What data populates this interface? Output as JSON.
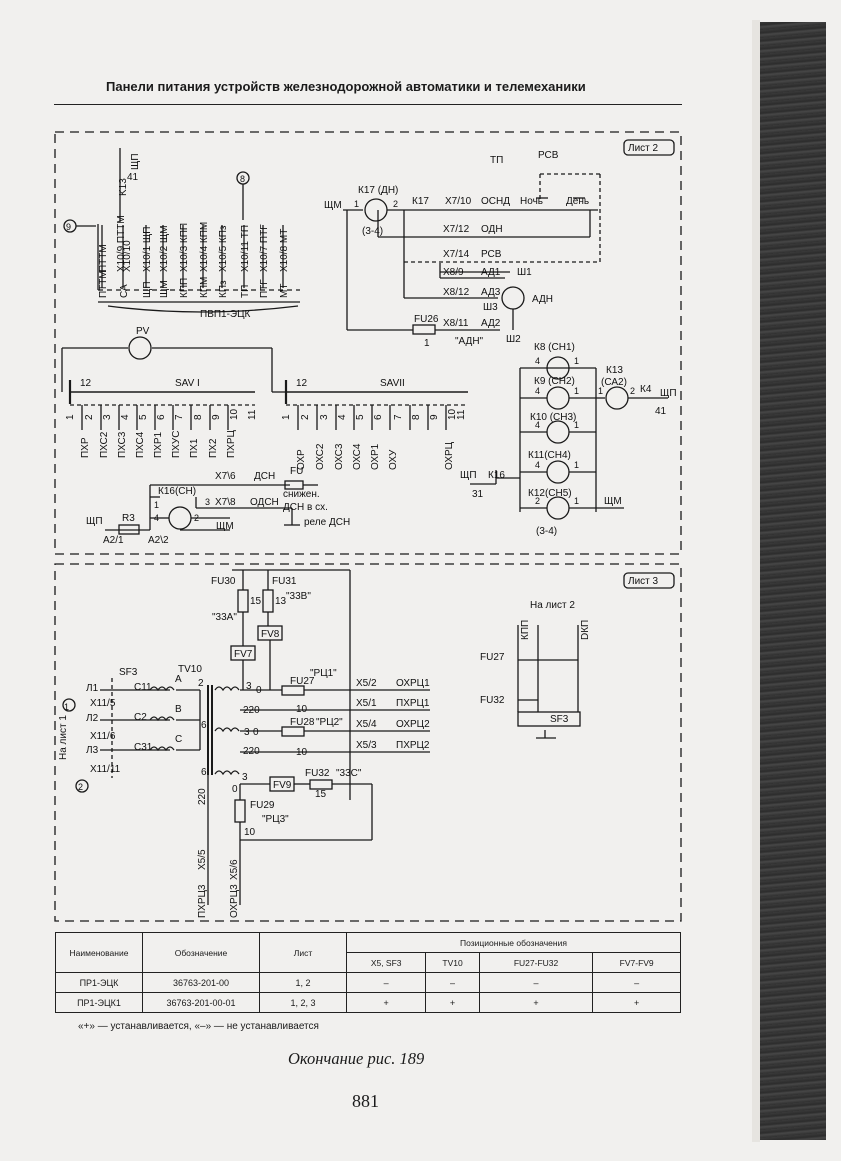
{
  "header": {
    "title": "Панели питания устройств железнодорожной автоматики и телемеханики"
  },
  "sheet2": {
    "tag": "Лист 2",
    "pvp": {
      "panel": "ПВП1-ЭЦК",
      "top_wire": "ЩП",
      "top_num": "41",
      "top_relay": "K13",
      "marker9": "9",
      "marker8": "8",
      "col_top": [
        "ПТТМ",
        "Х10/9 ПТТМ",
        "Х10/10",
        "Х10/1 ЩП",
        "Х10/2 ЩМ",
        "Х10/3 КПП",
        "Х10/4 КПМ",
        "Х10/5 КПз",
        "Х10/11 ТП",
        "Х10/7 ПТГ",
        "Х10/8 МТ"
      ],
      "col_bottom": [
        "ПТТМ",
        "СА",
        "ЩП",
        "ЩМ",
        "КПП",
        "КПМ",
        "КПз",
        "ТП",
        "ПТГ",
        "МТ"
      ]
    },
    "pv": "PV",
    "sav1": {
      "name": "SAV I",
      "num": "12",
      "pins": [
        "1",
        "2",
        "3",
        "4",
        "5",
        "6",
        "7",
        "8",
        "9",
        "10",
        "11"
      ],
      "labels": [
        "ПХР",
        "ПХС2",
        "ПХС3",
        "ПХС4",
        "ПХР1",
        "ПХУС",
        "ПХ1",
        "ПХ2",
        "ПХРЦ"
      ]
    },
    "sav2": {
      "name": "SAVII",
      "num": "12",
      "pins": [
        "1",
        "2",
        "3",
        "4",
        "5",
        "6",
        "7",
        "8",
        "9",
        "10",
        "11"
      ],
      "labels": [
        "ОХР",
        "ОХС2",
        "ОХС3",
        "ОХС4",
        "ОХР1",
        "ОХУ",
        "ОХРЦ"
      ]
    },
    "k16": {
      "title": "К16(СН)",
      "pins": [
        "1",
        "4",
        "3",
        "2"
      ],
      "x7_6": "Х7\\6",
      "dsn": "ДСН",
      "fu": "FU",
      "fu_note1": "снижен.",
      "fu_note2": "ДСН в сх.",
      "x7_8": "Х7\\8",
      "odsn": "ОДСН",
      "relay": "реле ДСН",
      "shp": "ЩП",
      "r3": "R3",
      "a21": "А2/1",
      "a22": "А2\\2",
      "shm": "ЩМ"
    },
    "k17": {
      "title": "К17 (ДН)",
      "sub": "(3-4)",
      "pin1": "1",
      "pin2": "2",
      "shm": "ЩМ",
      "k17": "К17",
      "tp": "ТП",
      "rsv_top": "РСВ",
      "noch": "Ночь",
      "den": "День",
      "rows": [
        {
          "x": "Х7/10",
          "l": "ОСНД"
        },
        {
          "x": "Х7/12",
          "l": "ОДН"
        },
        {
          "x": "Х7/14",
          "l": "РСВ"
        },
        {
          "x": "Х8/9",
          "l": "АД1"
        },
        {
          "x": "Х8/12",
          "l": "АД3"
        },
        {
          "x": "Х8/11",
          "l": "АД2"
        }
      ],
      "sh1": "Ш1",
      "sh3": "Ш3",
      "sh2": "Ш2",
      "adn": "АДН",
      "fu26": "FU26",
      "fu26_n": "1",
      "adn_q": "\"АДН\""
    },
    "kchain": {
      "relays": [
        "К8 (СН1)",
        "К9 (СН2)",
        "К10 (СН3)",
        "К11(СН4)",
        "К12(СН5)"
      ],
      "pin_left": [
        "4",
        "4",
        "4",
        "4",
        "2"
      ],
      "pin_right": [
        "1",
        "1",
        "1",
        "1",
        "1"
      ],
      "sub": "(3-4)",
      "k13": "К13",
      "k13_sub": "(СА2)",
      "k13_p1": "1",
      "k13_p2": "2",
      "k4": "К4",
      "shp": "ЩП",
      "n41": "41",
      "shp_k16": "ЩП",
      "k16": "К16",
      "n31": "31",
      "shm": "ЩМ"
    }
  },
  "sheet3": {
    "tag": "Лист 3",
    "onsheet1": "На лист 1",
    "marker1": "1",
    "marker2": "2",
    "phases": [
      {
        "l": "Л1",
        "x": "Х11/5"
      },
      {
        "l": "Л2",
        "x": "Х11/6"
      },
      {
        "l": "Л3",
        "x": "Х11/11"
      }
    ],
    "sf3": "SF3",
    "tv10": "TV10",
    "caps": [
      "С11",
      "С2",
      "С31"
    ],
    "abc": [
      "А",
      "В",
      "С"
    ],
    "fu30": "FU30",
    "fu31": "FU31",
    "n15": "15",
    "n13": "13",
    "q33a": "\"33А\"",
    "q33b": "\"33В\"",
    "fv8": "FV8",
    "fv7": "FV7",
    "fv9": "FV9",
    "rows": [
      {
        "fu": "FU27",
        "q": "\"РЦ1\"",
        "x1": "Х5/2",
        "l1": "ОХРЦ1",
        "x2": "Х5/1",
        "l2": "ПХРЦ1"
      },
      {
        "fu": "FU28",
        "q": "\"РЦ2\"",
        "x1": "Х5/4",
        "l1": "ОХРЦ2",
        "x2": "Х5/3",
        "l2": "ПХРЦ2"
      }
    ],
    "n220": "220",
    "n3": "3",
    "n0": "0",
    "n2": "2",
    "n6": "6",
    "n10": "10",
    "fu32": "FU32",
    "q33c": "\"33С\"",
    "fu29": "FU29",
    "q_rc3": "\"РЦ3\"",
    "x55": "Х5/5",
    "x56": "Х5/6",
    "phrc3": "ПХРЦ3",
    "ohrc3": "ОХРЦ3",
    "na_list2": "На лист 2",
    "kpp": "КПП",
    "dkp": "DКП",
    "fu27r": "FU27",
    "fu32r": "FU32",
    "sf3r": "SF3"
  },
  "table": {
    "headers": {
      "name": "Наименование",
      "designation": "Обозначение",
      "sheet": "Лист",
      "positional": "Позиционные обозначения"
    },
    "subheaders": [
      "X5, SF3",
      "TV10",
      "FU27-FU32",
      "FV7-FV9"
    ],
    "rows": [
      {
        "name": "ПР1-ЭЦК",
        "designation": "36763-201-00",
        "sheet": "1, 2",
        "vals": [
          "–",
          "–",
          "–",
          "–"
        ]
      },
      {
        "name": "ПР1-ЭЦК1",
        "designation": "36763-201-00-01",
        "sheet": "1, 2, 3",
        "vals": [
          "+",
          "+",
          "+",
          "+"
        ]
      }
    ]
  },
  "legend": "«+» — устанавливается, «–» — не устанавливается",
  "caption": "Окончание рис. 189",
  "page_number": "881"
}
